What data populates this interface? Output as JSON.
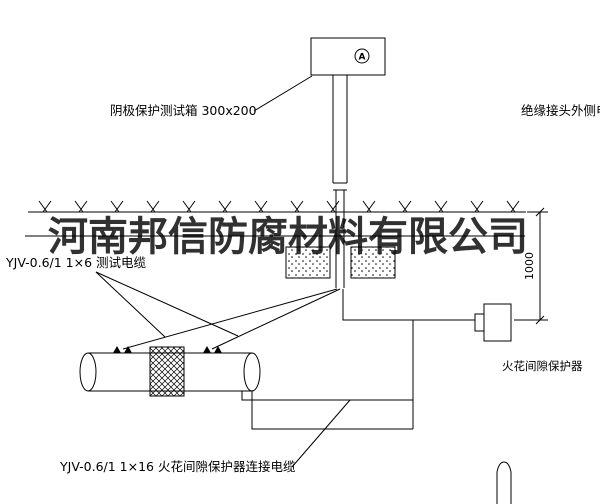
{
  "watermark": {
    "text": "河南邦信防腐材料有限公司"
  },
  "annotations": {
    "test_box_label": "阴极保护测试箱 300x200",
    "insulating_joint_cable_label": "绝缘接头外侧电缆",
    "test_cable_label": "YJV-0.6/1 1×6  测试电缆",
    "spark_gap_label": "火花间隙保护器",
    "spark_gap_cable_label": "YJV-0.6/1 1×16  火花间隙保护器连接电缆"
  },
  "dimensions": {
    "depth": "1000"
  },
  "symbols": {
    "terminal_letter": "A"
  },
  "colors": {
    "line": "#000000",
    "background": "#ffffff",
    "watermark": "#141414"
  }
}
